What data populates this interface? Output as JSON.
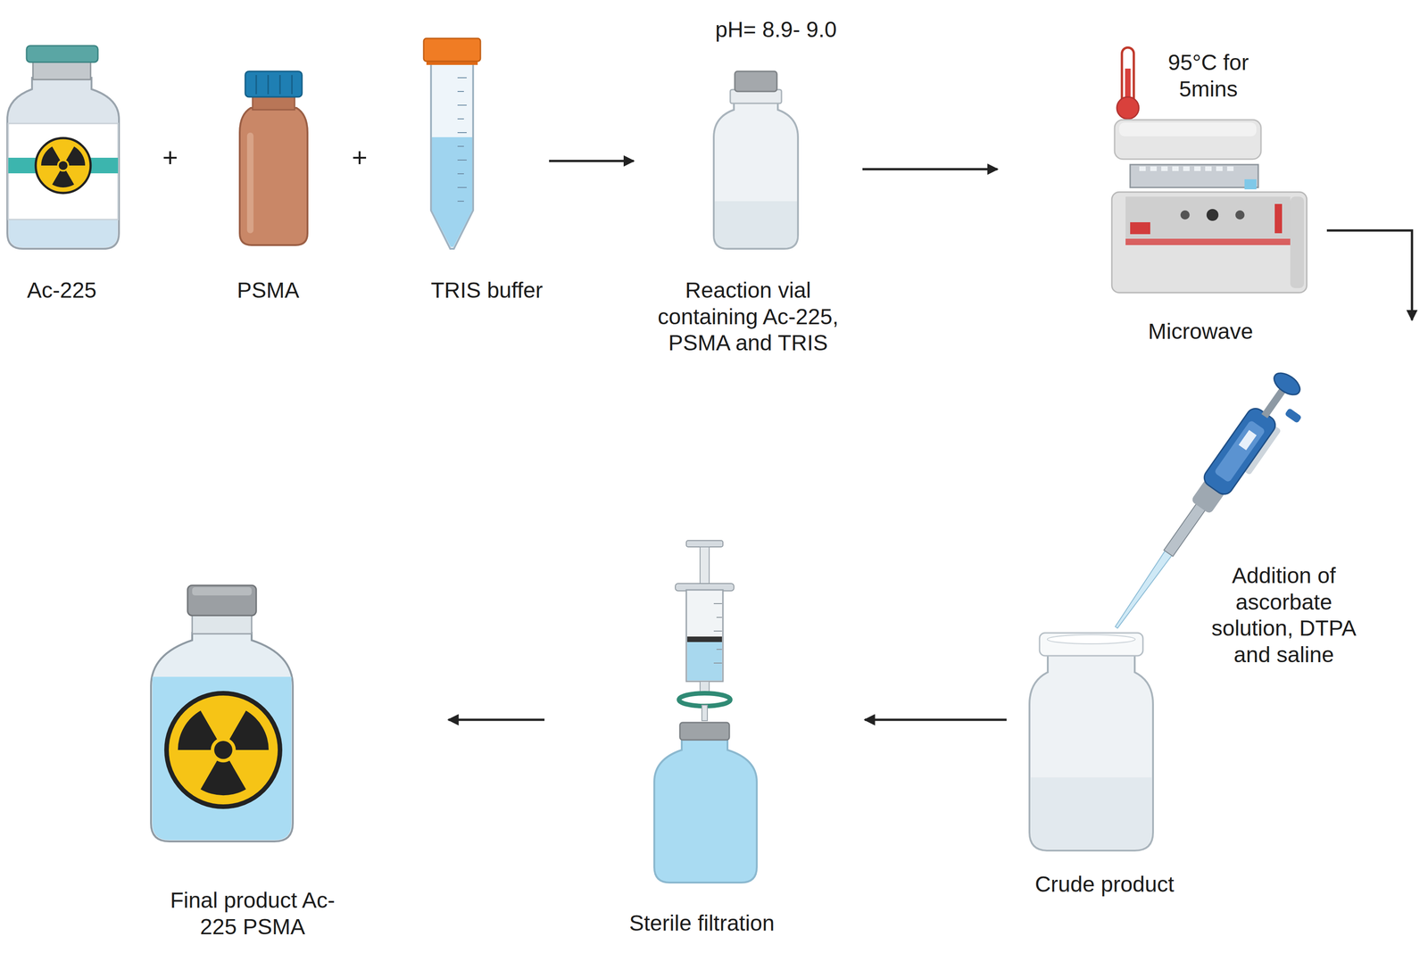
{
  "diagram": {
    "nodes": [
      {
        "text": [
          "Ac-225"
        ]
      },
      {
        "text": [
          "PSMA"
        ]
      },
      {
        "text": [
          "TRIS buffer"
        ]
      },
      {
        "text": [
          "pH= 8.9- 9.0",
          "Reaction vial containing Ac-225, PSMA and TRIS"
        ]
      },
      {
        "text": [
          "95°C for 5mins",
          "Microwave"
        ]
      },
      {
        "text": [
          "Addition of ascorbate solution, DTPA and saline"
        ]
      },
      {
        "text": [
          "Crude product"
        ]
      },
      {
        "text": [
          "Sterile filtration"
        ]
      },
      {
        "text": [
          "Final product Ac-225 PSMA"
        ]
      }
    ],
    "edges": [
      {
        "from": 2,
        "to": 3,
        "arrow": "to"
      },
      {
        "from": 3,
        "to": 4,
        "arrow": "to"
      },
      {
        "from": 4,
        "to": 5,
        "arrow": "to"
      },
      {
        "from": 6,
        "to": 7,
        "arrow": "to"
      },
      {
        "from": 7,
        "to": 8,
        "arrow": "to"
      }
    ],
    "labels": [
      "+",
      "+"
    ]
  }
}
